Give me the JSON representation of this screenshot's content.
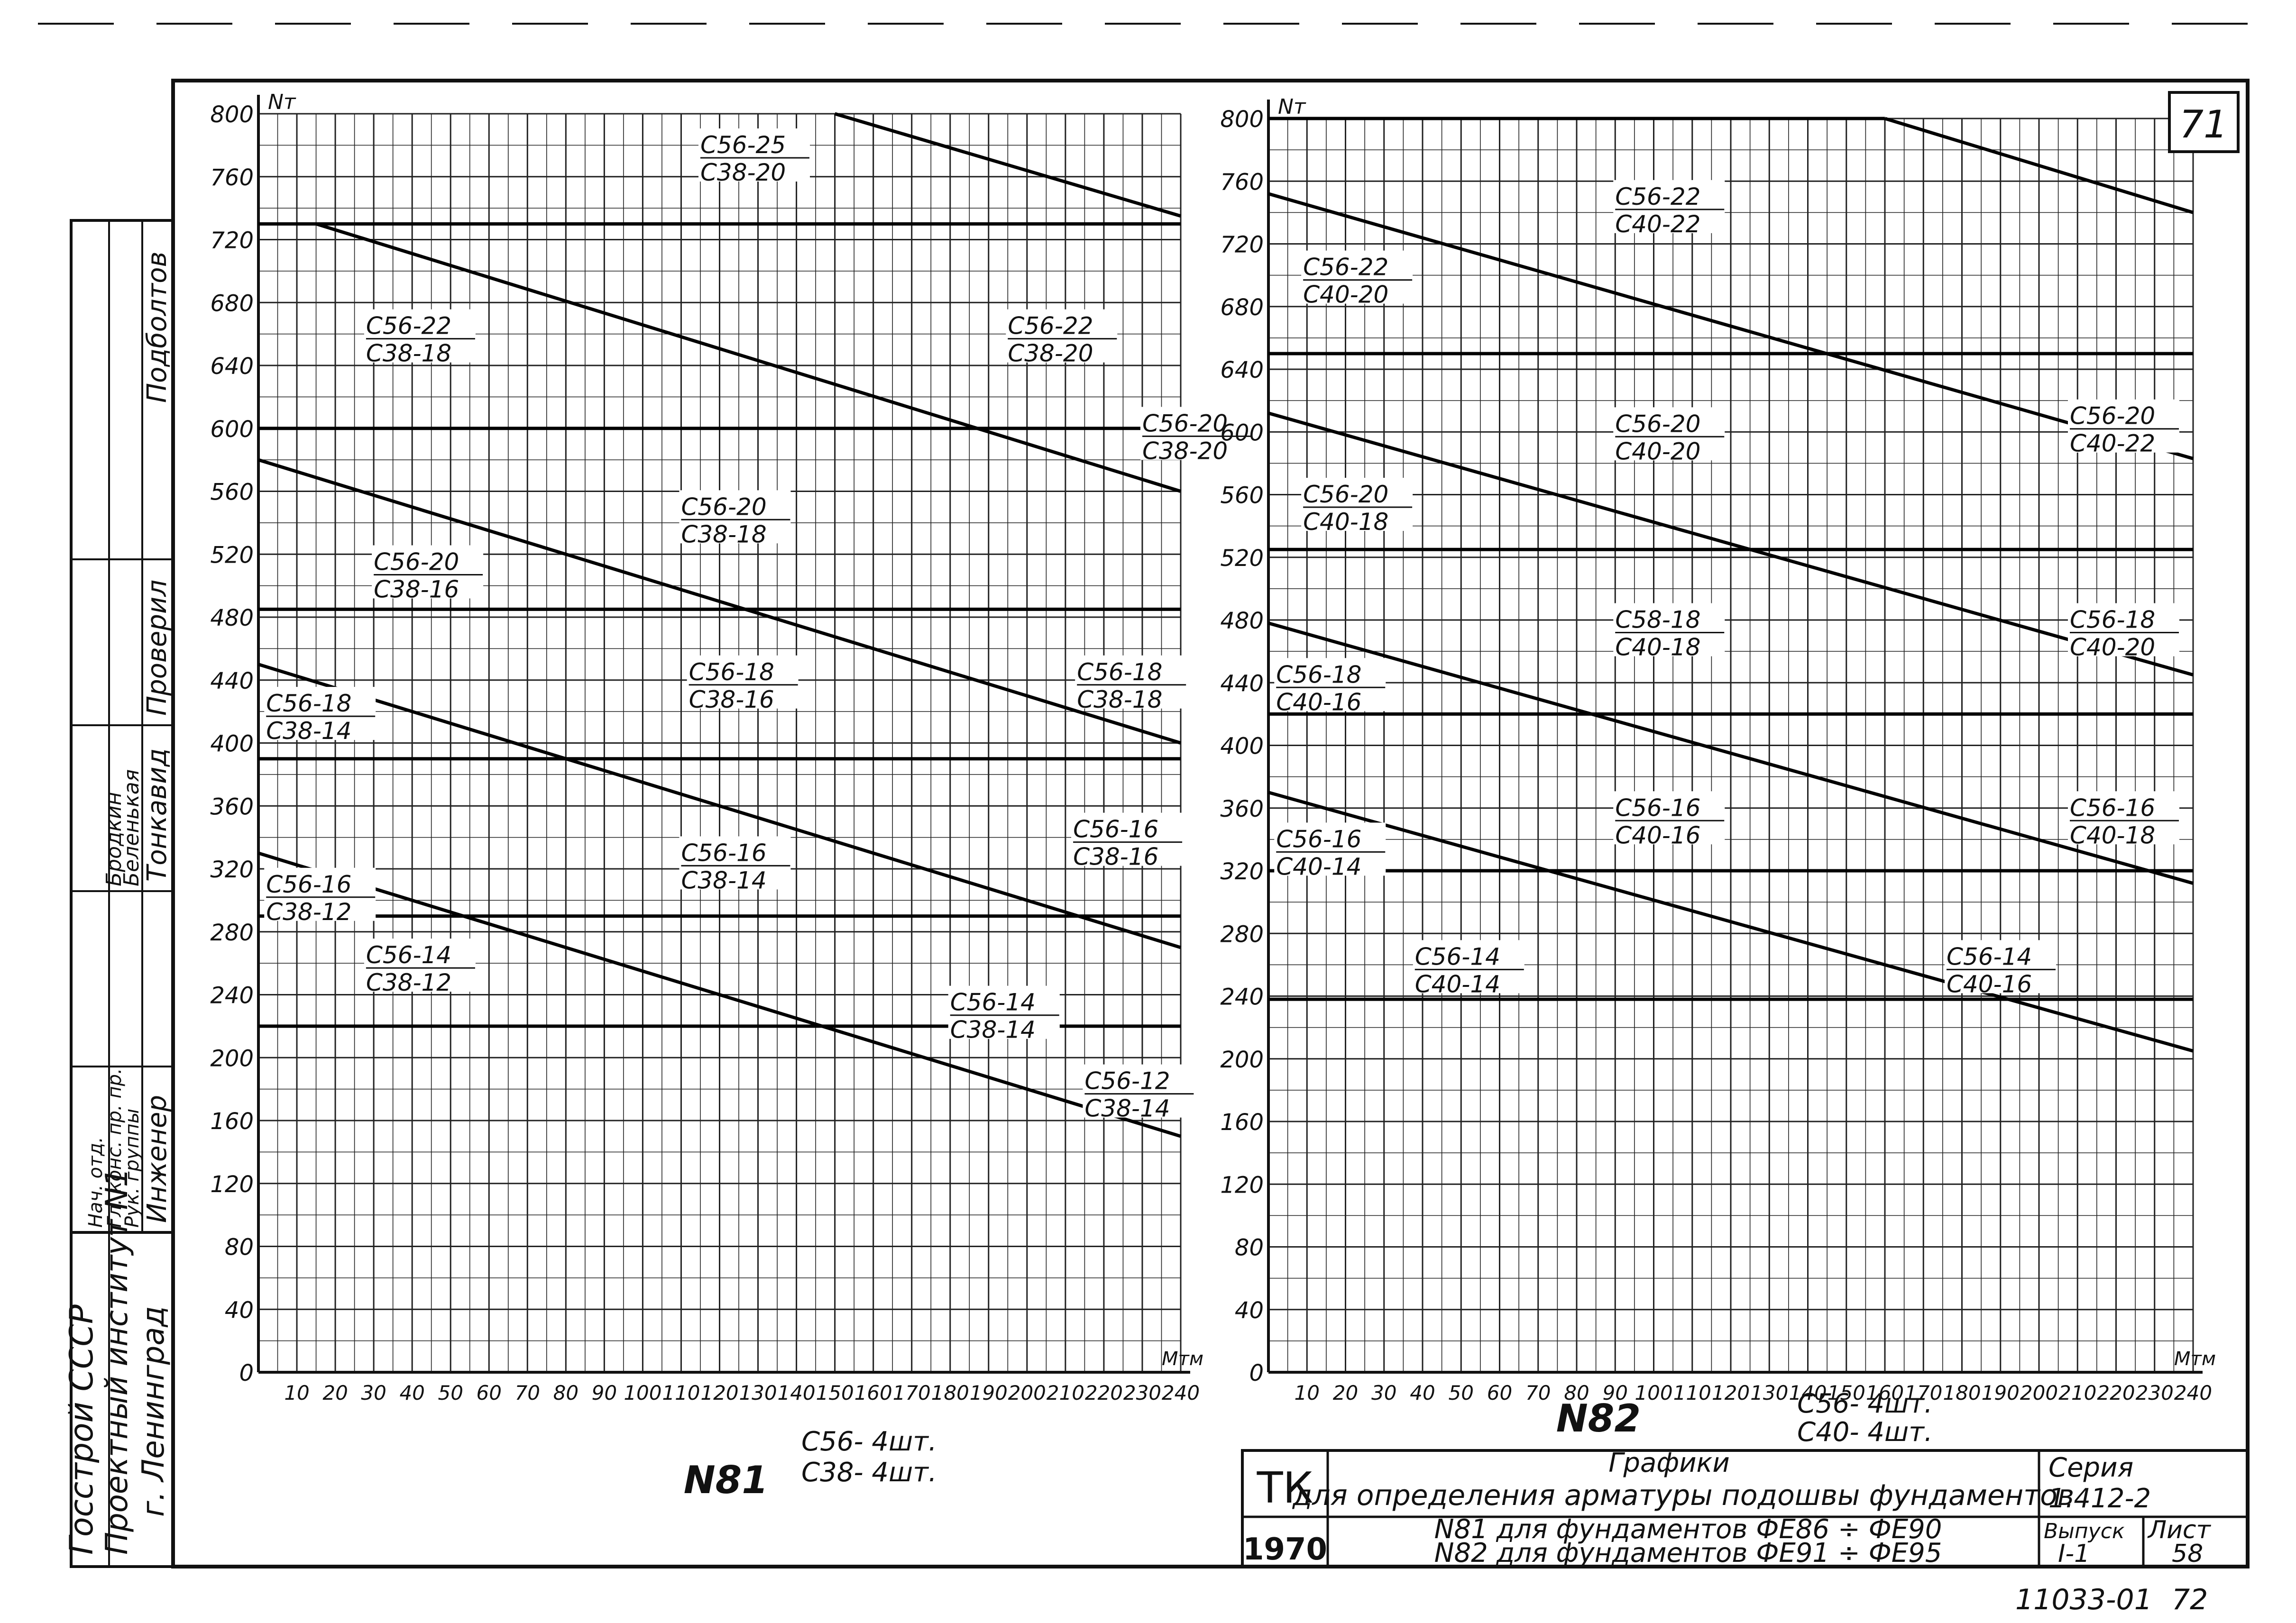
{
  "sheet_number": "71",
  "bottom_number": "11033-01",
  "bottom_page": "72",
  "stamp": {
    "org_line1": "Госстрой СССР",
    "org_line2": "Проектный институт N1",
    "org_line3": "г. Ленинград",
    "roles": [
      "Инженер",
      "Тонкавид",
      "Проверил",
      "Подболтов"
    ],
    "people": [
      "Нач. отд.",
      "Гл. конс. пр. пр.",
      "Рук. группы"
    ],
    "names": [
      "Бродкин",
      "Беленькая"
    ]
  },
  "title_block": {
    "code": "ТК",
    "year": "1970",
    "title_line1": "Графики",
    "title_line2": "для определения арматуры подошвы фундаментов",
    "line3": "N81 для фундаментов ФЕ86 ÷ ФЕ90",
    "line4": "N82 для фундаментов ФЕ91 ÷ ФЕ95",
    "series_label": "Серия",
    "series_value": "1.412-2",
    "issue_label": "Выпуск",
    "issue_value": "I-1",
    "sheet_label": "Лист",
    "sheet_value": "58"
  },
  "chart_data": [
    {
      "type": "line",
      "title": "N81",
      "subtitle_line1": "С56- 4шт.",
      "subtitle_line2": "С38- 4шт.",
      "xlabel": "Mтм",
      "ylabel": "Nт",
      "xlim": [
        0,
        240
      ],
      "ylim": [
        0,
        800
      ],
      "x_ticks": [
        10,
        20,
        30,
        40,
        50,
        60,
        70,
        80,
        90,
        100,
        110,
        120,
        130,
        140,
        150,
        160,
        170,
        180,
        190,
        200,
        210,
        220,
        230,
        240
      ],
      "y_ticks": [
        0,
        40,
        80,
        120,
        160,
        200,
        240,
        280,
        320,
        360,
        400,
        440,
        480,
        520,
        560,
        600,
        640,
        680,
        720,
        760,
        800
      ],
      "grid": true,
      "lines": [
        {
          "x": [
            0,
            240
          ],
          "y": [
            220,
            220
          ]
        },
        {
          "x": [
            0,
            240
          ],
          "y": [
            290,
            290
          ]
        },
        {
          "x": [
            0,
            240
          ],
          "y": [
            390,
            390
          ]
        },
        {
          "x": [
            0,
            240
          ],
          "y": [
            485,
            485
          ]
        },
        {
          "x": [
            0,
            240
          ],
          "y": [
            600,
            600
          ]
        },
        {
          "x": [
            0,
            240
          ],
          "y": [
            730,
            730
          ]
        },
        {
          "x": [
            0,
            240
          ],
          "y": [
            330,
            150
          ]
        },
        {
          "x": [
            0,
            240
          ],
          "y": [
            450,
            270
          ]
        },
        {
          "x": [
            0,
            240
          ],
          "y": [
            580,
            400
          ]
        },
        {
          "x": [
            15,
            240
          ],
          "y": [
            730,
            560
          ]
        },
        {
          "x": [
            150,
            240
          ],
          "y": [
            800,
            735
          ]
        }
      ],
      "labels": [
        {
          "x": 115,
          "y": 775,
          "top": "С56-25",
          "bottom": "С38-20"
        },
        {
          "x": 28,
          "y": 660,
          "top": "С56-22",
          "bottom": "С38-18"
        },
        {
          "x": 195,
          "y": 660,
          "top": "С56-22",
          "bottom": "С38-20"
        },
        {
          "x": 230,
          "y": 598,
          "top": "С56-20",
          "bottom": "С38-20"
        },
        {
          "x": 110,
          "y": 545,
          "top": "С56-20",
          "bottom": "С38-18"
        },
        {
          "x": 30,
          "y": 510,
          "top": "С56-20",
          "bottom": "С38-16"
        },
        {
          "x": 112,
          "y": 440,
          "top": "С56-18",
          "bottom": "С38-16"
        },
        {
          "x": 213,
          "y": 440,
          "top": "С56-18",
          "bottom": "С38-18"
        },
        {
          "x": 2,
          "y": 420,
          "top": "С56-18",
          "bottom": "С38-14"
        },
        {
          "x": 110,
          "y": 325,
          "top": "С56-16",
          "bottom": "С38-14"
        },
        {
          "x": 212,
          "y": 340,
          "top": "С56-16",
          "bottom": "С38-16"
        },
        {
          "x": 2,
          "y": 305,
          "top": "С56-16",
          "bottom": "С38-12"
        },
        {
          "x": 28,
          "y": 260,
          "top": "С56-14",
          "bottom": "С38-12"
        },
        {
          "x": 180,
          "y": 230,
          "top": "С56-14",
          "bottom": "С38-14"
        },
        {
          "x": 215,
          "y": 180,
          "top": "С56-12",
          "bottom": "С38-14"
        }
      ]
    },
    {
      "type": "line",
      "title": "N82",
      "subtitle_line1": "С56- 4шт.",
      "subtitle_line2": "С40- 4шт.",
      "xlabel": "Mтм",
      "ylabel": "Nт",
      "xlim": [
        0,
        240
      ],
      "ylim": [
        0,
        800
      ],
      "x_ticks": [
        10,
        20,
        30,
        40,
        50,
        60,
        70,
        80,
        90,
        100,
        110,
        120,
        130,
        140,
        150,
        160,
        170,
        180,
        190,
        200,
        210,
        220,
        230,
        240
      ],
      "y_ticks": [
        0,
        40,
        80,
        120,
        160,
        200,
        240,
        280,
        320,
        360,
        400,
        440,
        480,
        520,
        560,
        600,
        640,
        680,
        720,
        760,
        800
      ],
      "grid": true,
      "lines": [
        {
          "x": [
            0,
            240
          ],
          "y": [
            238,
            238
          ]
        },
        {
          "x": [
            0,
            240
          ],
          "y": [
            320,
            320
          ]
        },
        {
          "x": [
            0,
            240
          ],
          "y": [
            420,
            420
          ]
        },
        {
          "x": [
            0,
            240
          ],
          "y": [
            525,
            525
          ]
        },
        {
          "x": [
            0,
            240
          ],
          "y": [
            650,
            650
          ]
        },
        {
          "x": [
            0,
            160
          ],
          "y": [
            800,
            800
          ]
        },
        {
          "x": [
            0,
            240
          ],
          "y": [
            370,
            205
          ]
        },
        {
          "x": [
            0,
            240
          ],
          "y": [
            478,
            312
          ]
        },
        {
          "x": [
            0,
            240
          ],
          "y": [
            612,
            445
          ]
        },
        {
          "x": [
            0,
            240
          ],
          "y": [
            752,
            583
          ]
        },
        {
          "x": [
            160,
            240
          ],
          "y": [
            800,
            740
          ]
        }
      ],
      "labels": [
        {
          "x": 90,
          "y": 745,
          "top": "С56-22",
          "bottom": "С40-22"
        },
        {
          "x": 9,
          "y": 700,
          "top": "С56-22",
          "bottom": "С40-20"
        },
        {
          "x": 208,
          "y": 605,
          "top": "С56-20",
          "bottom": "С40-22"
        },
        {
          "x": 90,
          "y": 600,
          "top": "С56-20",
          "bottom": "С40-20"
        },
        {
          "x": 9,
          "y": 555,
          "top": "С56-20",
          "bottom": "С40-18"
        },
        {
          "x": 90,
          "y": 475,
          "top": "С58-18",
          "bottom": "С40-18"
        },
        {
          "x": 208,
          "y": 475,
          "top": "С56-18",
          "bottom": "С40-20"
        },
        {
          "x": 2,
          "y": 440,
          "top": "С56-18",
          "bottom": "С40-16"
        },
        {
          "x": 90,
          "y": 355,
          "top": "С56-16",
          "bottom": "С40-16"
        },
        {
          "x": 208,
          "y": 355,
          "top": "С56-16",
          "bottom": "С40-18"
        },
        {
          "x": 2,
          "y": 335,
          "top": "С56-16",
          "bottom": "С40-14"
        },
        {
          "x": 38,
          "y": 260,
          "top": "С56-14",
          "bottom": "С40-14"
        },
        {
          "x": 176,
          "y": 260,
          "top": "С56-14",
          "bottom": "С40-16"
        }
      ]
    }
  ]
}
